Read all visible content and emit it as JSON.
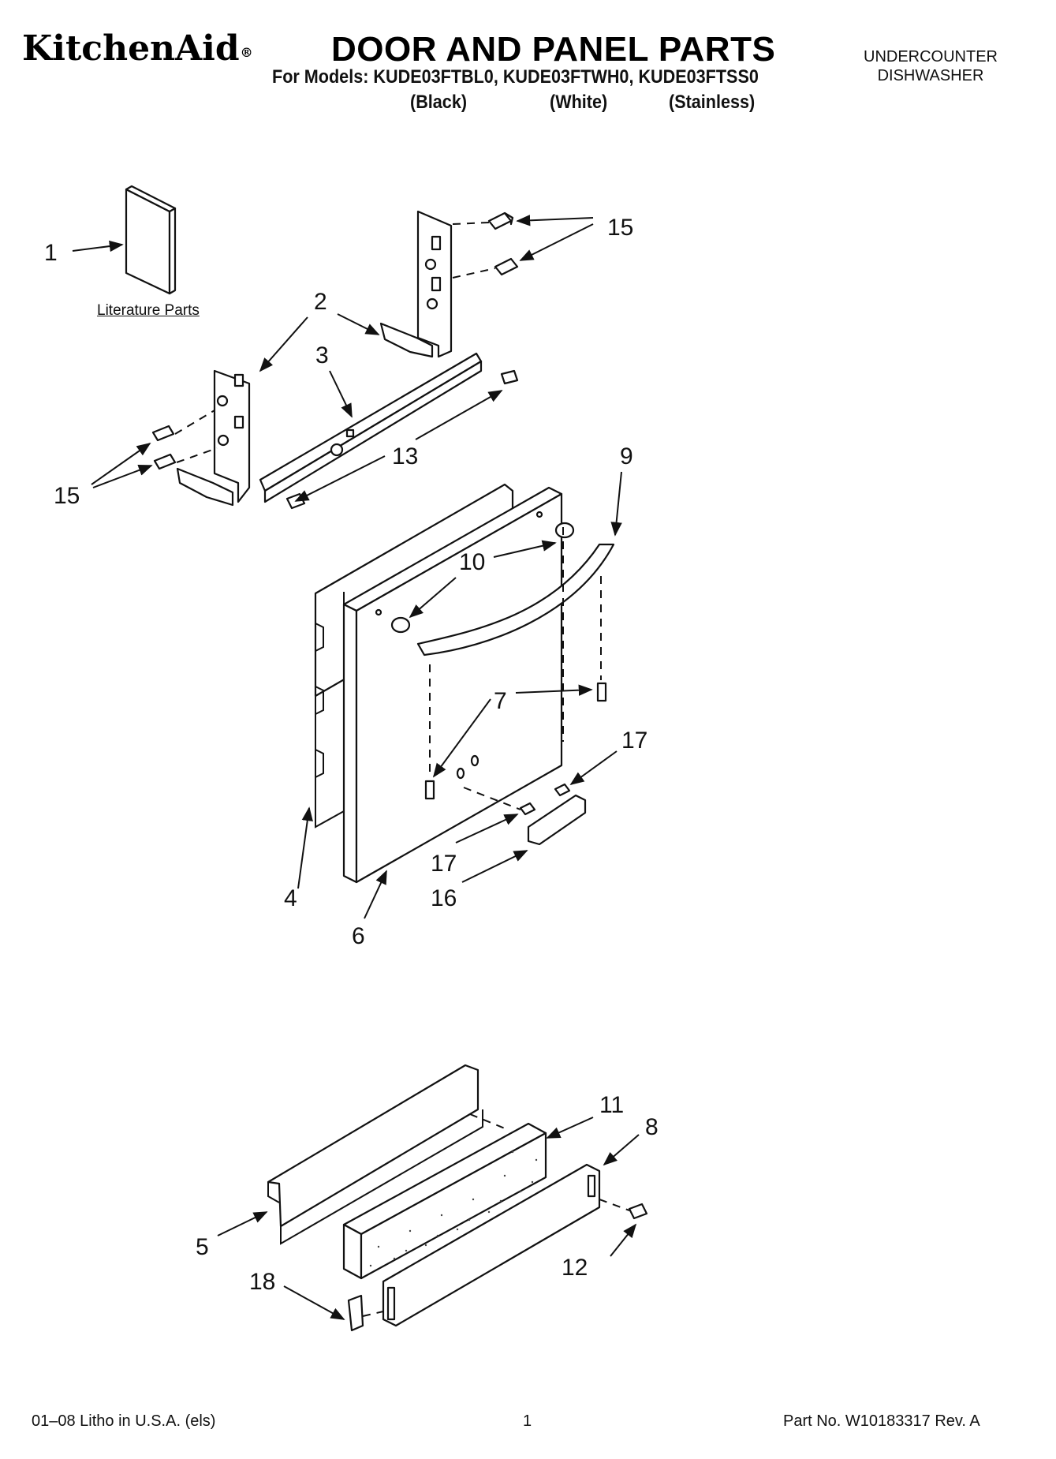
{
  "header": {
    "brand": "KitchenAid",
    "brand_mark": "®",
    "title": "DOOR AND PANEL PARTS",
    "models_line": "For Models: KUDE03FTBL0, KUDE03FTWH0, KUDE03FTSS0",
    "variants": [
      "(Black)",
      "(White)",
      "(Stainless)"
    ],
    "appliance_line1": "UNDERCOUNTER",
    "appliance_line2": "DISHWASHER"
  },
  "diagram": {
    "literature_label": "Literature Parts",
    "callouts": {
      "c1": "1",
      "c2": "2",
      "c3": "3",
      "c4": "4",
      "c5": "5",
      "c6": "6",
      "c7": "7",
      "c8": "8",
      "c9": "9",
      "c10": "10",
      "c11": "11",
      "c12": "12",
      "c13": "13",
      "c15_top": "15",
      "c15_left": "15",
      "c16": "16",
      "c17_right": "17",
      "c17_bottom": "17",
      "c18": "18"
    }
  },
  "footer": {
    "left": "01–08 Litho in U.S.A. (els)",
    "page": "1",
    "part_no": "Part No. W10183317 Rev. A"
  }
}
